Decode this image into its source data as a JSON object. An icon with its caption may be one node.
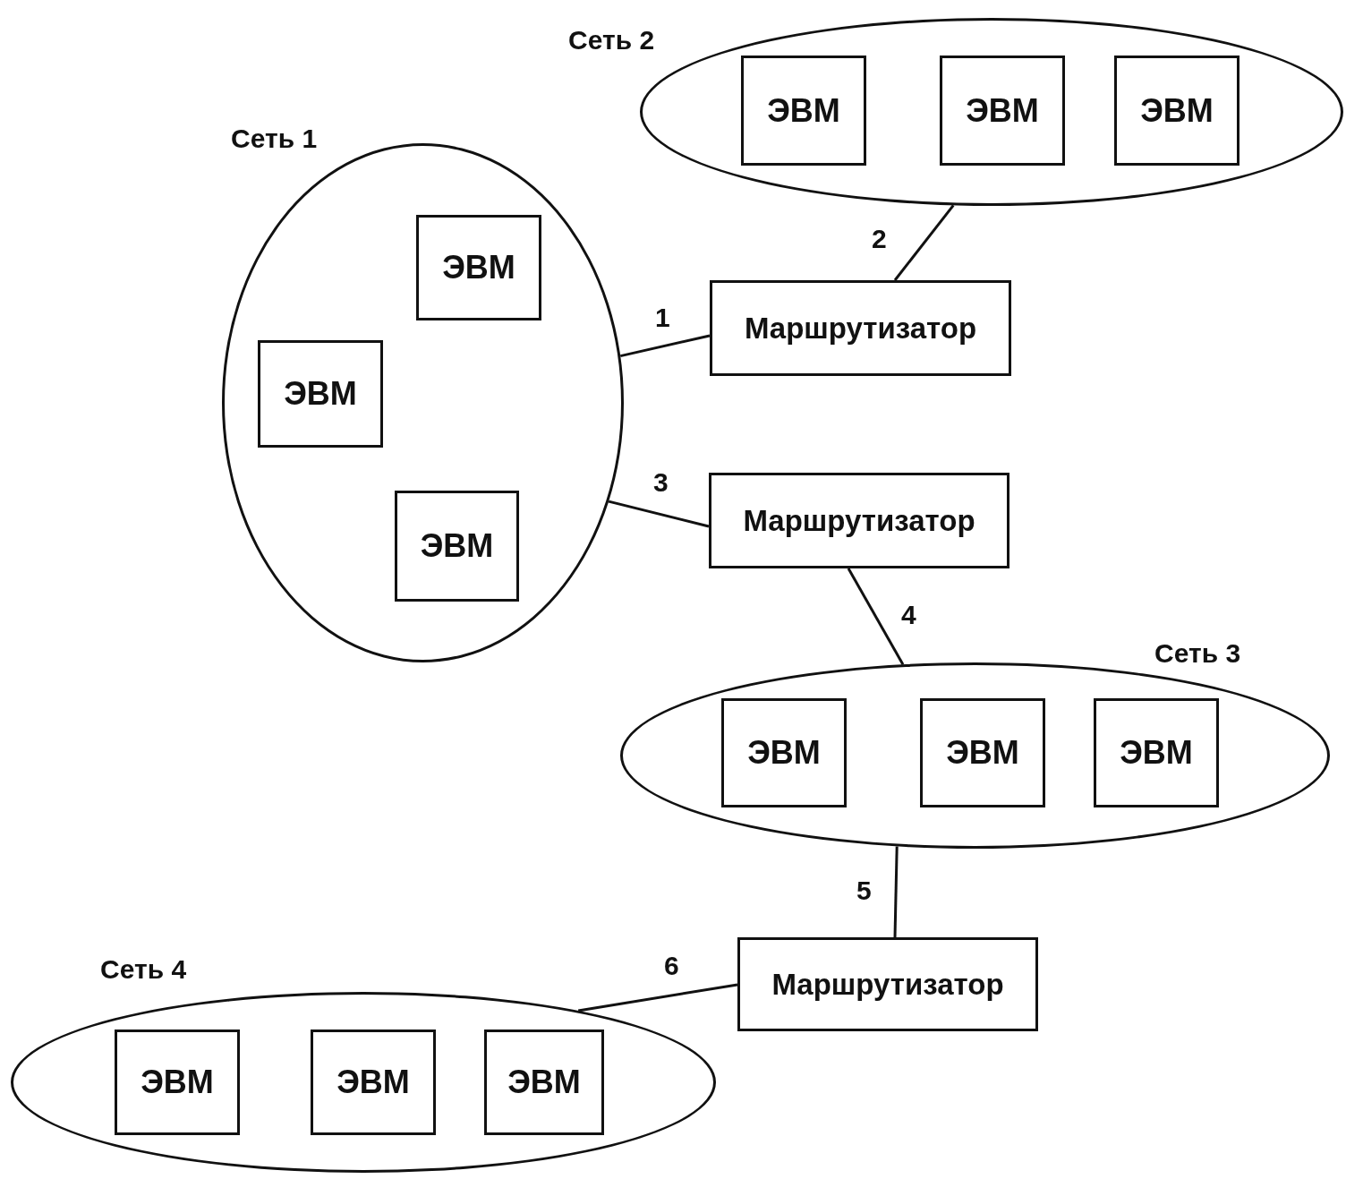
{
  "diagram": {
    "nodes": [
      {
        "text": [
          "Сеть 2"
        ]
      },
      {
        "text": [
          "ЭВМ"
        ],
        "in": 0
      },
      {
        "text": [
          "ЭВМ"
        ],
        "in": 0
      },
      {
        "text": [
          "ЭВМ"
        ],
        "in": 0
      },
      {
        "text": [
          "Сеть 1"
        ]
      },
      {
        "text": [
          "ЭВМ"
        ],
        "in": 4
      },
      {
        "text": [
          "ЭВМ"
        ],
        "in": 4
      },
      {
        "text": [
          "ЭВМ"
        ],
        "in": 4
      },
      {
        "text": [
          "Маршрутизатор"
        ]
      },
      {
        "text": [
          "Маршрутизатор"
        ]
      },
      {
        "text": [
          "Сеть 3"
        ]
      },
      {
        "text": [
          "ЭВМ"
        ],
        "in": 10
      },
      {
        "text": [
          "ЭВМ"
        ],
        "in": 10
      },
      {
        "text": [
          "ЭВМ"
        ],
        "in": 10
      },
      {
        "text": [
          "Маршрутизатор"
        ]
      },
      {
        "text": [
          "Сеть 4"
        ]
      },
      {
        "text": [
          "ЭВМ"
        ],
        "in": 15
      },
      {
        "text": [
          "ЭВМ"
        ],
        "in": 15
      },
      {
        "text": [
          "ЭВМ"
        ],
        "in": 15
      }
    ],
    "edges": [
      {
        "from": 4,
        "to": 8,
        "arrow": "none",
        "label": "1"
      },
      {
        "from": 0,
        "to": 8,
        "arrow": "none",
        "label": "2"
      },
      {
        "from": 4,
        "to": 9,
        "arrow": "none",
        "label": "3"
      },
      {
        "from": 9,
        "to": 10,
        "arrow": "none",
        "label": "4"
      },
      {
        "from": 10,
        "to": 14,
        "arrow": "none",
        "label": "5"
      },
      {
        "from": 14,
        "to": 15,
        "arrow": "none",
        "label": "6"
      }
    ]
  }
}
